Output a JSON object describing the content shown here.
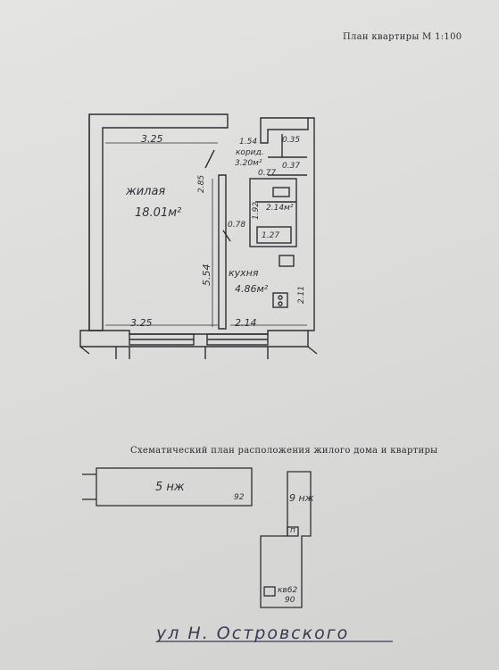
{
  "header": {
    "title": "План квартиры М 1:100"
  },
  "plan": {
    "living_room": {
      "name": "жилая",
      "area": "18.01м²"
    },
    "kitchen": {
      "name": "кухня",
      "area": "4.86м²"
    },
    "corridor": {
      "name": "корид.",
      "area": "3.20м²"
    },
    "bathroom": {
      "area": "2.14м²"
    },
    "dimensions": {
      "living_top_width": "3.25",
      "living_bottom_width": "3.25",
      "living_length": "5.54",
      "kitchen_width": "2.14",
      "kitchen_length": "2.11",
      "corridor_width": "1.54",
      "corridor_niche_a": "0.35",
      "corridor_niche_b": "0.37",
      "corridor_passage": "0.77",
      "wall_height": "2.85",
      "door_width": "0.78",
      "bath_width": "1.27",
      "bath_depth": "1.92"
    }
  },
  "site_plan": {
    "title": "Схематический план расположения жилого дома и квартиры",
    "building_a": {
      "label": "5 нж",
      "number": "92"
    },
    "building_b": {
      "label": "9 нж",
      "number": "90"
    },
    "entrance_marker": "п",
    "apartment_marker": "кв62"
  },
  "street": {
    "label": "ул Н. Островского"
  }
}
